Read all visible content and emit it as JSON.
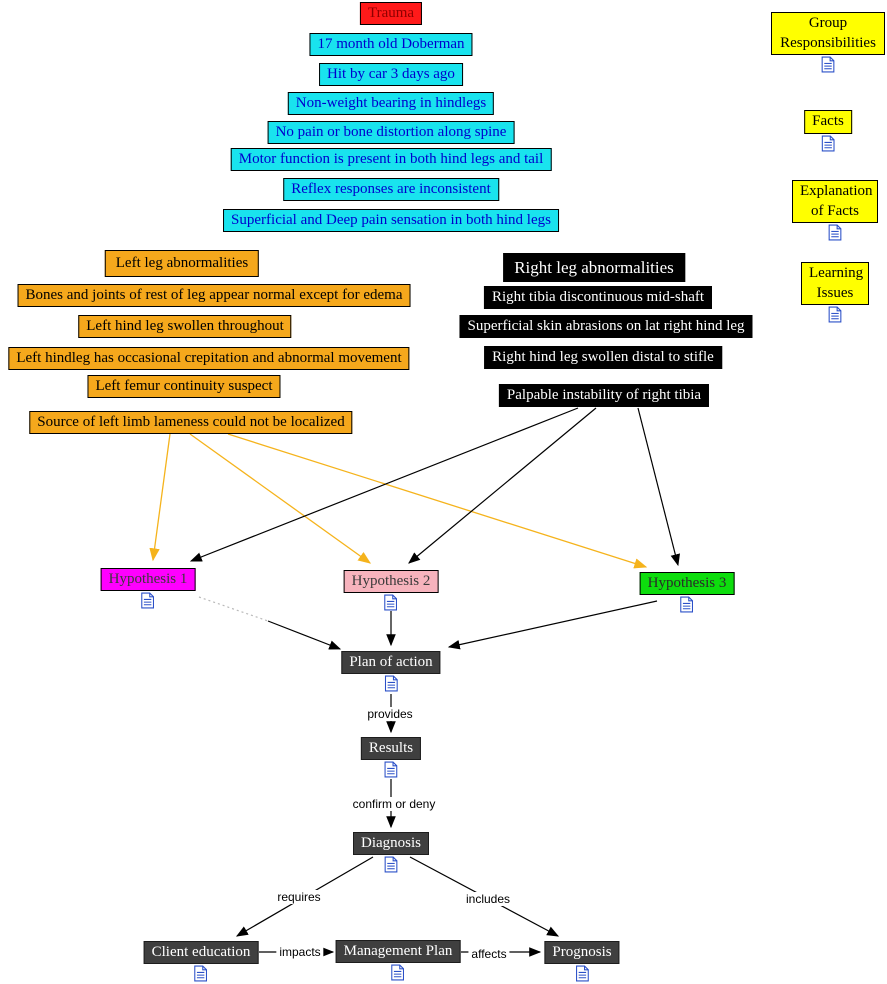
{
  "title": "Trauma case concept map",
  "colors": {
    "trauma_bg": "#ff1a1a",
    "trauma_text": "#8f0000",
    "fact_bg": "#19e3ee",
    "fact_text": "#0000cd",
    "left_leg_bg": "#f5a81c",
    "right_leg_bg": "#000000",
    "sidebar_bg": "#ffff00",
    "hypothesis1_bg": "#ff00ff",
    "hypothesis2_bg": "#f7b3bd",
    "hypothesis3_bg": "#0ddd0d",
    "process_bg": "#3f3f3f",
    "orange_arrow": "#f5b31c",
    "black_arrow": "#000000"
  },
  "nodes": {
    "trauma": "Trauma",
    "doberman": "17 month old Doberman",
    "hit_by_car": "Hit by car 3 days ago",
    "non_weight": "Non-weight bearing in hindlegs",
    "no_pain_spine": "No pain or bone distortion along spine",
    "motor_function": "Motor function is present in both hind legs and tail",
    "reflex": "Reflex responses are inconsistent",
    "pain_sensation": "Superficial and Deep pain sensation in both hind legs",
    "left_abnormalities": "Left leg abnormalities",
    "bones_joints": "Bones and joints of rest of leg appear normal except for edema",
    "left_swollen": "Left hind leg swollen throughout",
    "left_crepitation": "Left hindleg has occasional crepitation and abnormal movement",
    "left_femur": "Left femur continuity suspect",
    "left_lameness": "Source of left limb lameness could not be localized",
    "right_abnormalities": "Right leg abnormalities",
    "right_tibia": "Right tibia discontinuous mid-shaft",
    "skin_abrasions": "Superficial skin abrasions on lat right hind leg",
    "right_swollen": "Right hind leg swollen distal to stifle",
    "palpable_instability": "Palpable instability of right tibia",
    "group_responsibilities": "Group Responsibilities",
    "facts": "Facts",
    "explanation_of_facts": "Explanation of Facts",
    "learning_issues": "Learning Issues",
    "hypothesis1": "Hypothesis 1",
    "hypothesis2": "Hypothesis 2",
    "hypothesis3": "Hypothesis 3",
    "plan_of_action": "Plan of action",
    "results": "Results",
    "diagnosis": "Diagnosis",
    "client_education": "Client education",
    "management_plan": "Management Plan",
    "prognosis": "Prognosis"
  },
  "link_labels": {
    "provides": "provides",
    "confirm_or_deny": "confirm or deny",
    "requires": "requires",
    "includes": "includes",
    "impacts": "impacts",
    "affects": "affects"
  },
  "icons": {
    "resource_icon": "document-resource-icon"
  }
}
